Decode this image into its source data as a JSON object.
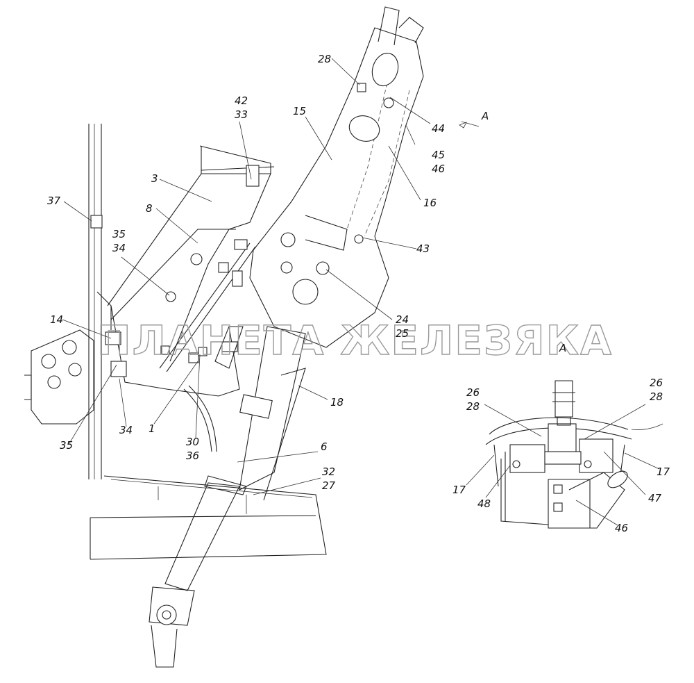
{
  "watermark": "ПЛАНЕТА ЖЕЛЕЗЯКА",
  "view_labels": {
    "arrow_label": "A",
    "detail_title": "A"
  },
  "main_callouts": {
    "c28": "28",
    "c44": "44",
    "c15": "15",
    "c4245": "42",
    "c33": "33",
    "c45": "45",
    "c46": "46",
    "c3": "3",
    "c16": "16",
    "c37": "37",
    "c8": "8",
    "c43": "43",
    "c35a": "35",
    "c34a": "34",
    "c14": "14",
    "c24": "24",
    "c25": "25",
    "c18": "18",
    "c35b": "35",
    "c34b": "34",
    "c1": "1",
    "c30": "30",
    "c36": "36",
    "c6": "6",
    "c32": "32",
    "c27": "27"
  },
  "detail_callouts": {
    "d26l": "26",
    "d28l": "28",
    "d26r": "26",
    "d28r": "28",
    "d17l": "17",
    "d48": "48",
    "d17r": "17",
    "d47": "47",
    "d46": "46"
  }
}
